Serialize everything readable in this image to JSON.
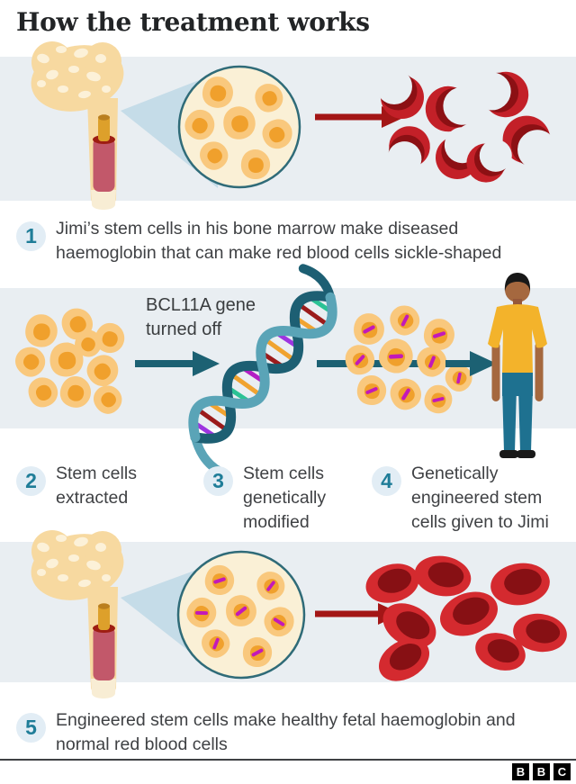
{
  "title": "How the treatment works",
  "steps": [
    {
      "number": "1",
      "text": "Jimi’s stem cells in his bone marrow make diseased\nhaemoglobin that can make red blood cells sickle-shaped"
    },
    {
      "number": "2",
      "text": "Stem cells\nextracted"
    },
    {
      "number": "3",
      "text": "Stem cells\ngenetically\nmodified"
    },
    {
      "number": "4",
      "text": "Genetically\nengineered stem\ncells given to Jimi"
    },
    {
      "number": "5",
      "text": "Engineered stem cells make healthy fetal haemoglobin and\nnormal red blood cells"
    }
  ],
  "band2": {
    "gene_label": "BCL11A gene\nturned off"
  },
  "footer": {
    "logo_letters": [
      "B",
      "B",
      "C"
    ]
  },
  "colors": {
    "band_background": "#e9eef2",
    "text_dark": "#3f4144",
    "step_number_teal": "#1f7d98",
    "step_circle_background": "#e2edf5",
    "dark_red_arrow": "#a31616",
    "teal_arrow": "#1c6173",
    "sickle_cell_red": "#c32028",
    "healthy_red_cell": "#d42a2f",
    "stem_cell_body": "#f9c87d",
    "stem_cell_nucleus": "#f0a02c",
    "gene_edit_magenta": "#c319b9",
    "bone_tan": "#f7d9a0",
    "bone_marrow_red": "#c2586a",
    "magnifier_circle_fill": "#faf0d6",
    "magnifier_circle_border": "#2f6b78",
    "dna_strand_dark": "#1d5f73",
    "dna_strand_light": "#5aa4b7",
    "shirt_yellow": "#f3b32b",
    "trousers_teal": "#1e7190",
    "skin_brown": "#a5683f"
  }
}
